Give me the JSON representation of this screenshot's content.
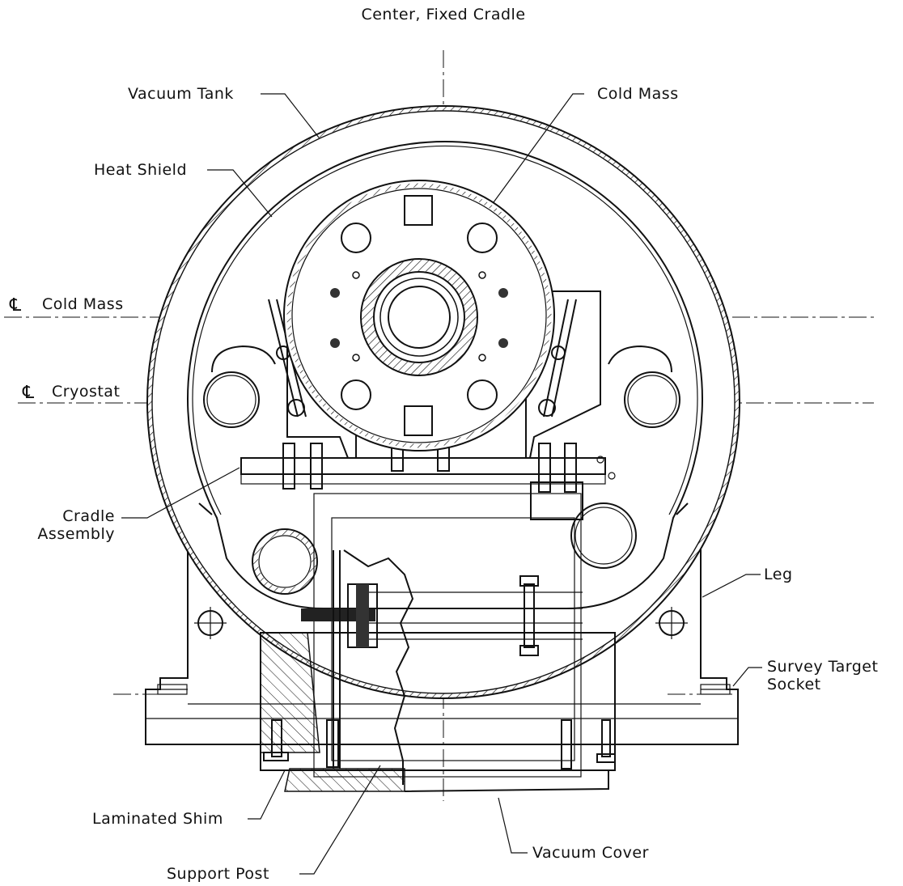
{
  "title": "Center, Fixed Cradle",
  "labels": {
    "vacuum_tank": "Vacuum Tank",
    "cold_mass": "Cold Mass",
    "heat_shield": "Heat Shield",
    "cl_symbol": "℄",
    "cl_cold_mass": "Cold Mass",
    "cl_cryostat": "Cryostat",
    "cradle_line1": "Cradle",
    "cradle_line2": "Assembly",
    "leg": "Leg",
    "survey_line1": "Survey Target",
    "survey_line2": "Socket",
    "laminated_shim": "Laminated Shim",
    "vacuum_cover": "Vacuum Cover",
    "support_post": "Support Post"
  }
}
